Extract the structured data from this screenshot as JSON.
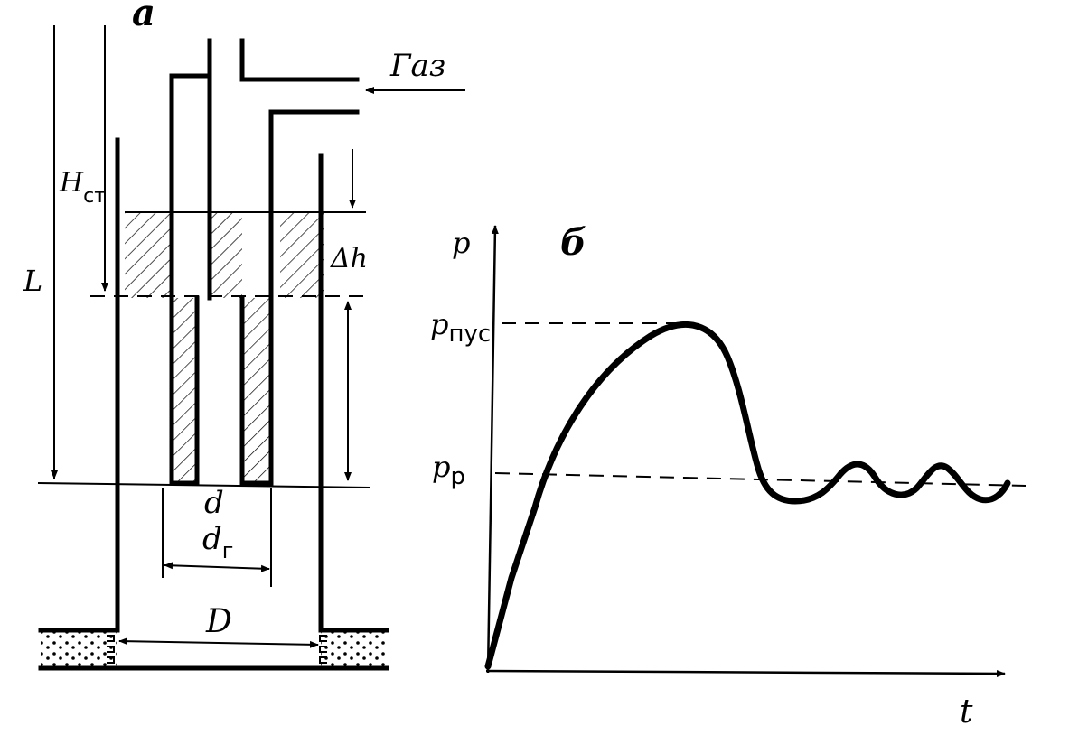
{
  "panel_a": {
    "label": "a",
    "gas_label": "Газ",
    "H_st": {
      "main": "H",
      "sub": "ст"
    },
    "L_label": "L",
    "delta_h_label": "Δh",
    "d_label": "d",
    "d_g": {
      "main": "d",
      "sub": "г"
    },
    "D_label": "D"
  },
  "panel_b": {
    "label": "б",
    "y_axis_label": "p",
    "x_axis_label": "t",
    "p_start": {
      "main": "p",
      "sub": "пус"
    },
    "p_work": {
      "main": "p",
      "sub": "р"
    }
  },
  "colors": {
    "ink": "#000000",
    "paper": "#ffffff"
  }
}
